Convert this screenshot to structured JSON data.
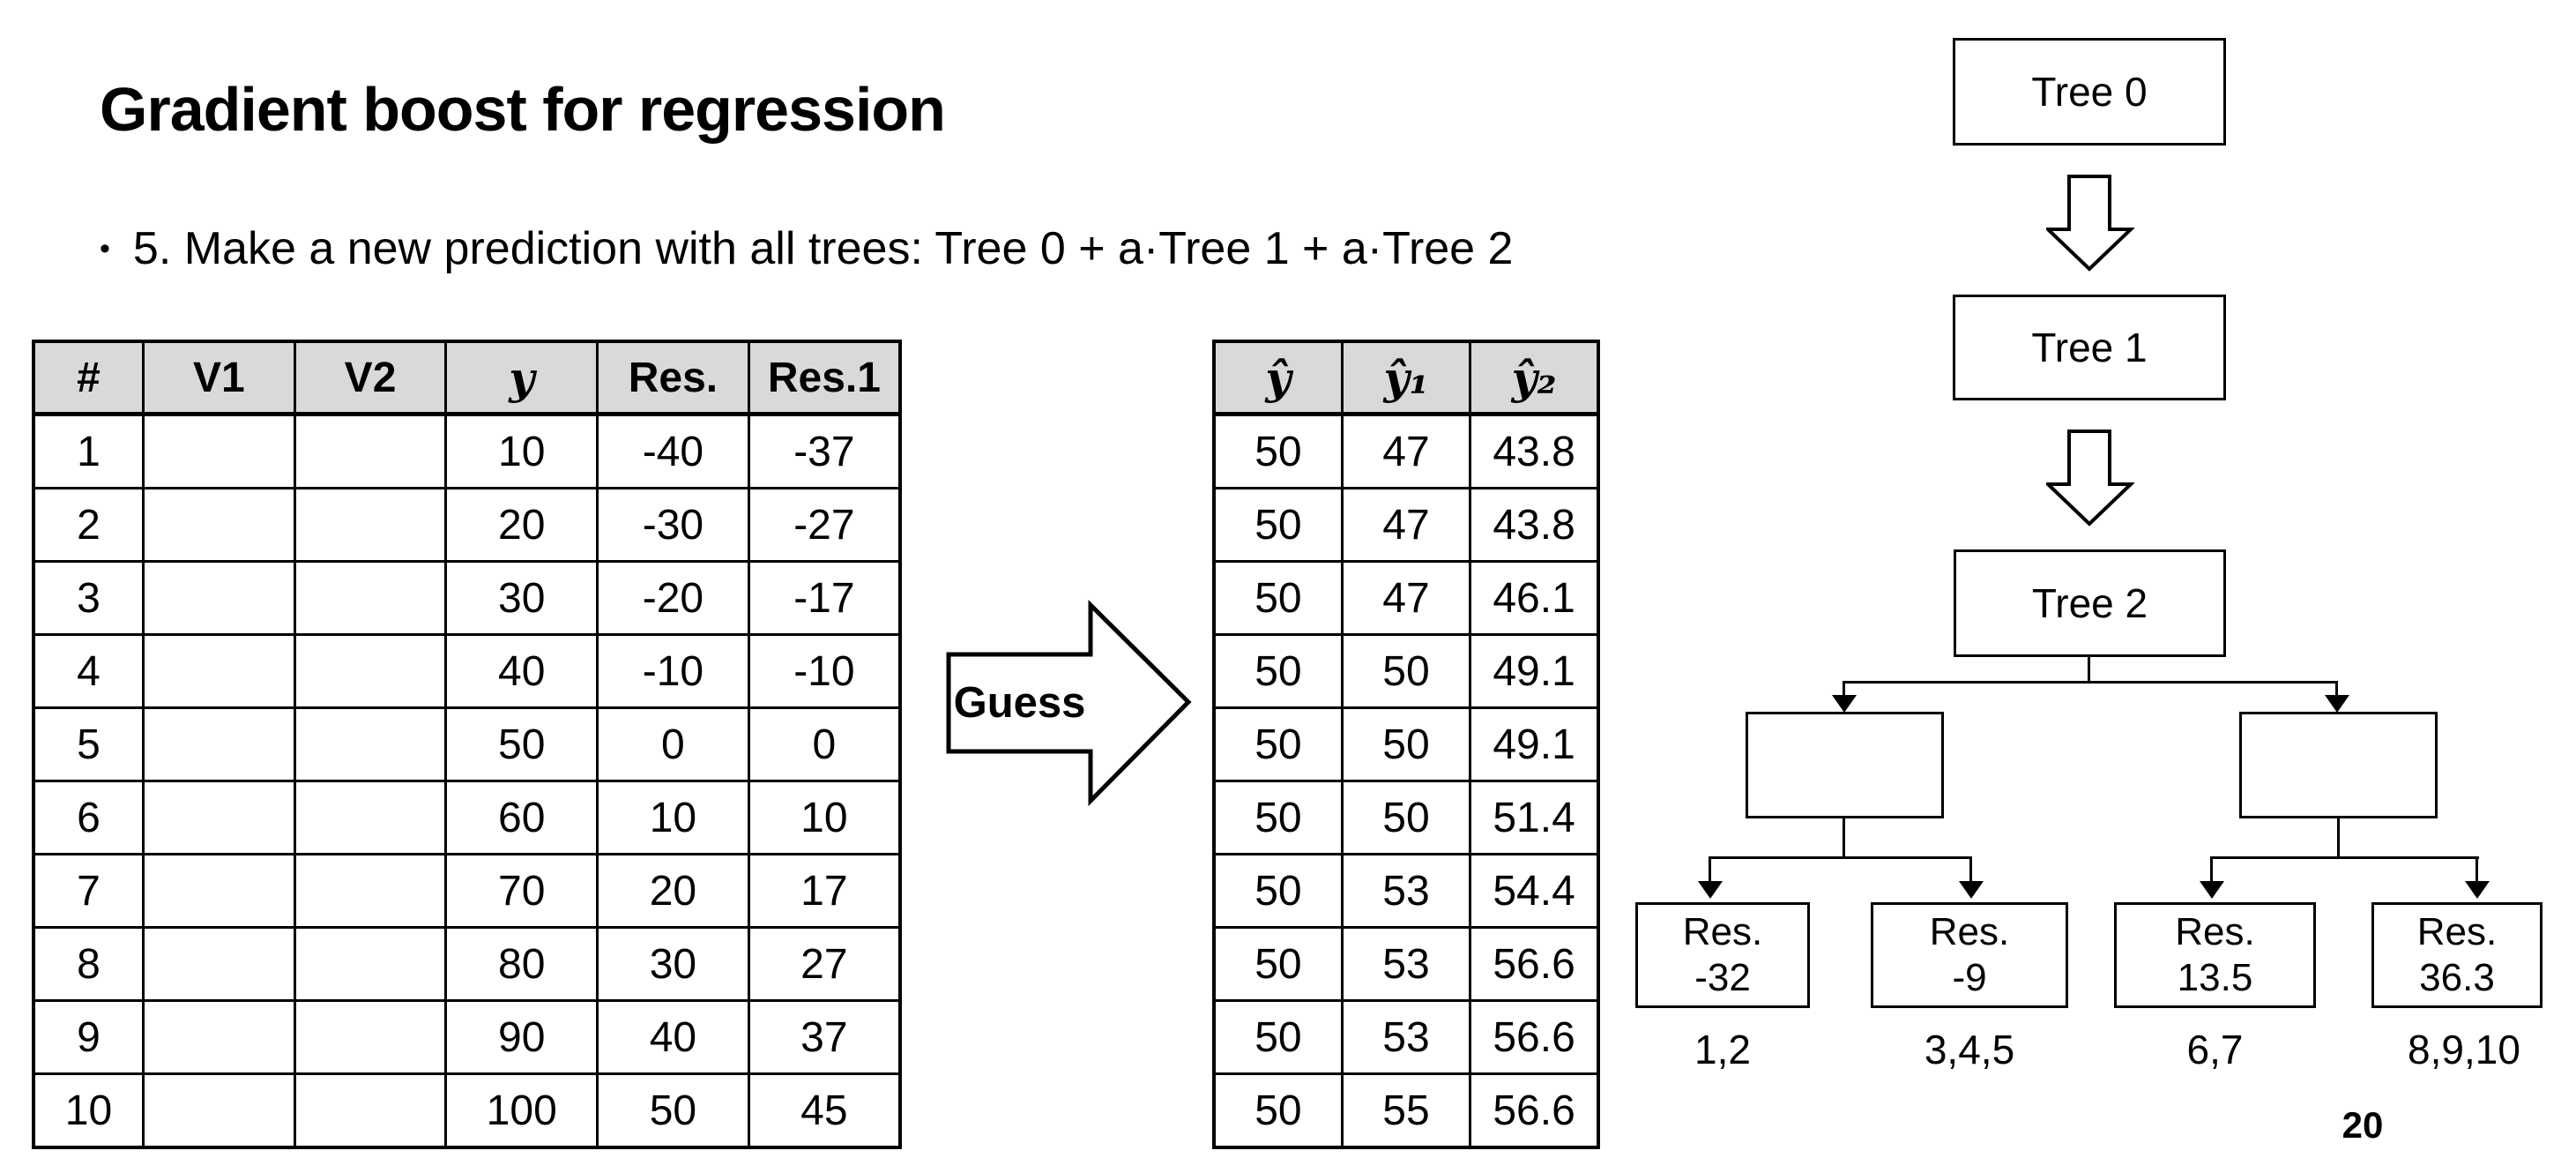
{
  "slide": {
    "title": "Gradient boost for regression",
    "bullet_marker": "•",
    "bullet_text": "5. Make a new prediction with all trees: Tree 0 + a·Tree 1 + a·Tree 2",
    "page_number": "20"
  },
  "left_table": {
    "columns": [
      "#",
      "V1",
      "V2",
      "y",
      "Res.",
      "Res.1"
    ],
    "rows": [
      [
        "1",
        "",
        "",
        "10",
        "-40",
        "-37"
      ],
      [
        "2",
        "",
        "",
        "20",
        "-30",
        "-27"
      ],
      [
        "3",
        "",
        "",
        "30",
        "-20",
        "-17"
      ],
      [
        "4",
        "",
        "",
        "40",
        "-10",
        "-10"
      ],
      [
        "5",
        "",
        "",
        "50",
        "0",
        "0"
      ],
      [
        "6",
        "",
        "",
        "60",
        "10",
        "10"
      ],
      [
        "7",
        "",
        "",
        "70",
        "20",
        "17"
      ],
      [
        "8",
        "",
        "",
        "80",
        "30",
        "27"
      ],
      [
        "9",
        "",
        "",
        "90",
        "40",
        "37"
      ],
      [
        "10",
        "",
        "",
        "100",
        "50",
        "45"
      ]
    ]
  },
  "guess_arrow": {
    "label": "Guess"
  },
  "right_table": {
    "columns": [
      "ŷ",
      "ŷ₁",
      "ŷ₂"
    ],
    "rows": [
      [
        "50",
        "47",
        "43.8"
      ],
      [
        "50",
        "47",
        "43.8"
      ],
      [
        "50",
        "47",
        "46.1"
      ],
      [
        "50",
        "50",
        "49.1"
      ],
      [
        "50",
        "50",
        "49.1"
      ],
      [
        "50",
        "50",
        "51.4"
      ],
      [
        "50",
        "53",
        "54.4"
      ],
      [
        "50",
        "53",
        "56.6"
      ],
      [
        "50",
        "53",
        "56.6"
      ],
      [
        "50",
        "55",
        "56.6"
      ]
    ]
  },
  "tree": {
    "tree0_label": "Tree 0",
    "tree1_label": "Tree 1",
    "tree2_label": "Tree 2",
    "leaves": [
      {
        "label": "Res.",
        "value": "-32",
        "group": "1,2"
      },
      {
        "label": "Res.",
        "value": "-9",
        "group": "3,4,5"
      },
      {
        "label": "Res.",
        "value": "13.5",
        "group": "6,7"
      },
      {
        "label": "Res.",
        "value": "36.3",
        "group": "8,9,10"
      }
    ]
  },
  "colors": {
    "background": "#ffffff",
    "header_bg": "#d9d9d9",
    "line": "#000000",
    "text": "#000000"
  }
}
